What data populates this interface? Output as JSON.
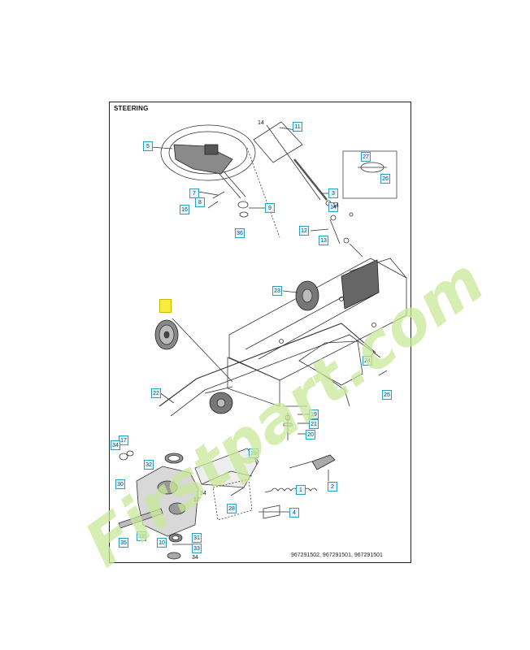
{
  "diagram": {
    "title": "STEERING",
    "footer": "967291502, 967291501, 967291501"
  },
  "callouts": [
    "5",
    "11",
    "7",
    "8",
    "9",
    "16",
    "3",
    "36",
    "27",
    "26",
    "12",
    "13",
    "14",
    "23",
    "22",
    "24",
    "25",
    "19",
    "21",
    "20",
    "17",
    "34",
    "29",
    "2",
    "32",
    "30",
    "1",
    "28",
    "4",
    "35",
    "18",
    "10",
    "31",
    "33"
  ],
  "plain_labels": [
    "14",
    "14",
    "34",
    "17",
    "34"
  ],
  "watermark": "Firstpart.com",
  "colors": {
    "callout_border": "#2aa0c8",
    "callout_fill": "#e6f7fc",
    "highlight": "#f6ec3c",
    "watermark_green": "#c9e89a",
    "watermark_brown": "#cfc2aa"
  }
}
